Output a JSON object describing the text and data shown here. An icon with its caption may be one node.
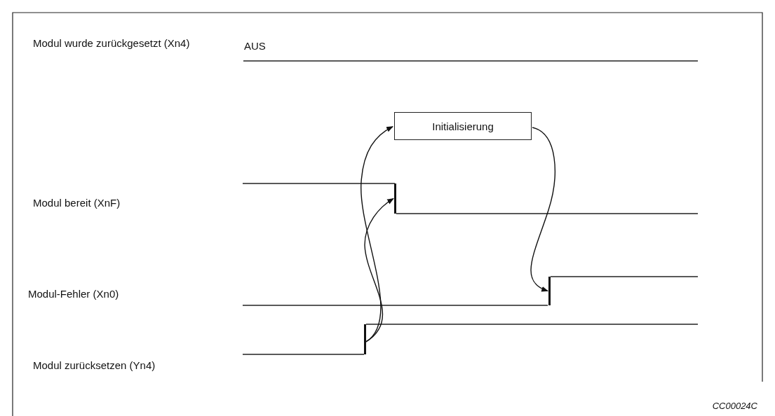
{
  "diagram": {
    "nodes": [
      {
        "text": [
          "Initialisierung"
        ]
      },
      {
        "text": [],
        "shape": "bar"
      },
      {
        "text": [],
        "shape": "bar"
      },
      {
        "text": [],
        "shape": "bar"
      }
    ],
    "edges": [
      {
        "from": 3,
        "to": 0,
        "arrow": "to"
      },
      {
        "from": 3,
        "to": 1,
        "arrow": "to"
      },
      {
        "from": 0,
        "to": 2,
        "arrow": "to"
      }
    ],
    "labels": [
      "Modul wurde zurückgesetzt (Xn4)",
      "AUS",
      "Modul bereit (XnF)",
      "Modul-Fehler (Xn0)",
      "Modul zurücksetzen (Yn4)",
      "CC00024C"
    ]
  }
}
